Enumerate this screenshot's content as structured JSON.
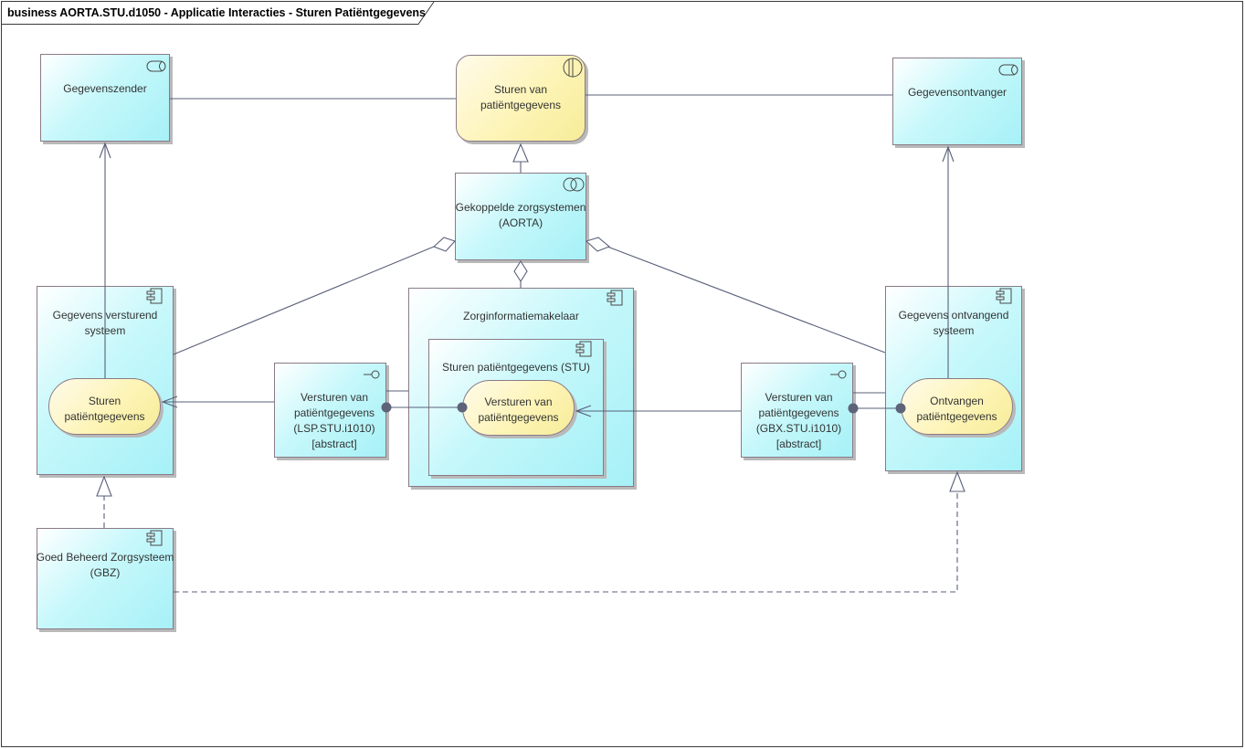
{
  "diagram": {
    "title": "business AORTA.STU.d1050 - Applicatie Interacties - Sturen Patiëntgegevens"
  },
  "nodes": {
    "gegevenszender": "Gegevenszender",
    "sturen_van": "Sturen van\npatiëntgegevens",
    "gegevensontvanger": "Gegevensontvanger",
    "gekoppelde": "Gekoppelde zorgsystemen\n(AORTA)",
    "versturend_systeem": "Gegevens versturend\nsysteem",
    "sturen_proc": "Sturen\npatiëntgegevens",
    "zim": "Zorginformatiemakelaar",
    "stu_component": "Sturen patiëntgegevens (STU)",
    "versturen_proc": "Versturen van\npatiëntgegevens",
    "lsp_interface": "Versturen van\npatiëntgegevens\n(LSP.STU.i1010)\n[abstract]",
    "gbx_interface": "Versturen van\npatiëntgegevens\n(GBX.STU.i1010)\n[abstract]",
    "ontvangend_systeem": "Gegevens ontvangend\nsysteem",
    "ontvangen_proc": "Ontvangen\npatiëntgegevens",
    "gbz": "Goed Beheerd Zorgsysteem\n(GBZ)"
  },
  "colors": {
    "application": "#b4f4f9",
    "process": "#fcf3b0",
    "line": "#59607a",
    "border": "#8a7b87"
  },
  "icons": {
    "gegevenszender": "application-interaction-icon",
    "sturen_van": "application-service-icon",
    "gegevensontvanger": "application-interaction-icon",
    "gekoppelde": "application-collaboration-icon",
    "components": "application-component-icon",
    "interfaces": "application-interface-icon"
  }
}
